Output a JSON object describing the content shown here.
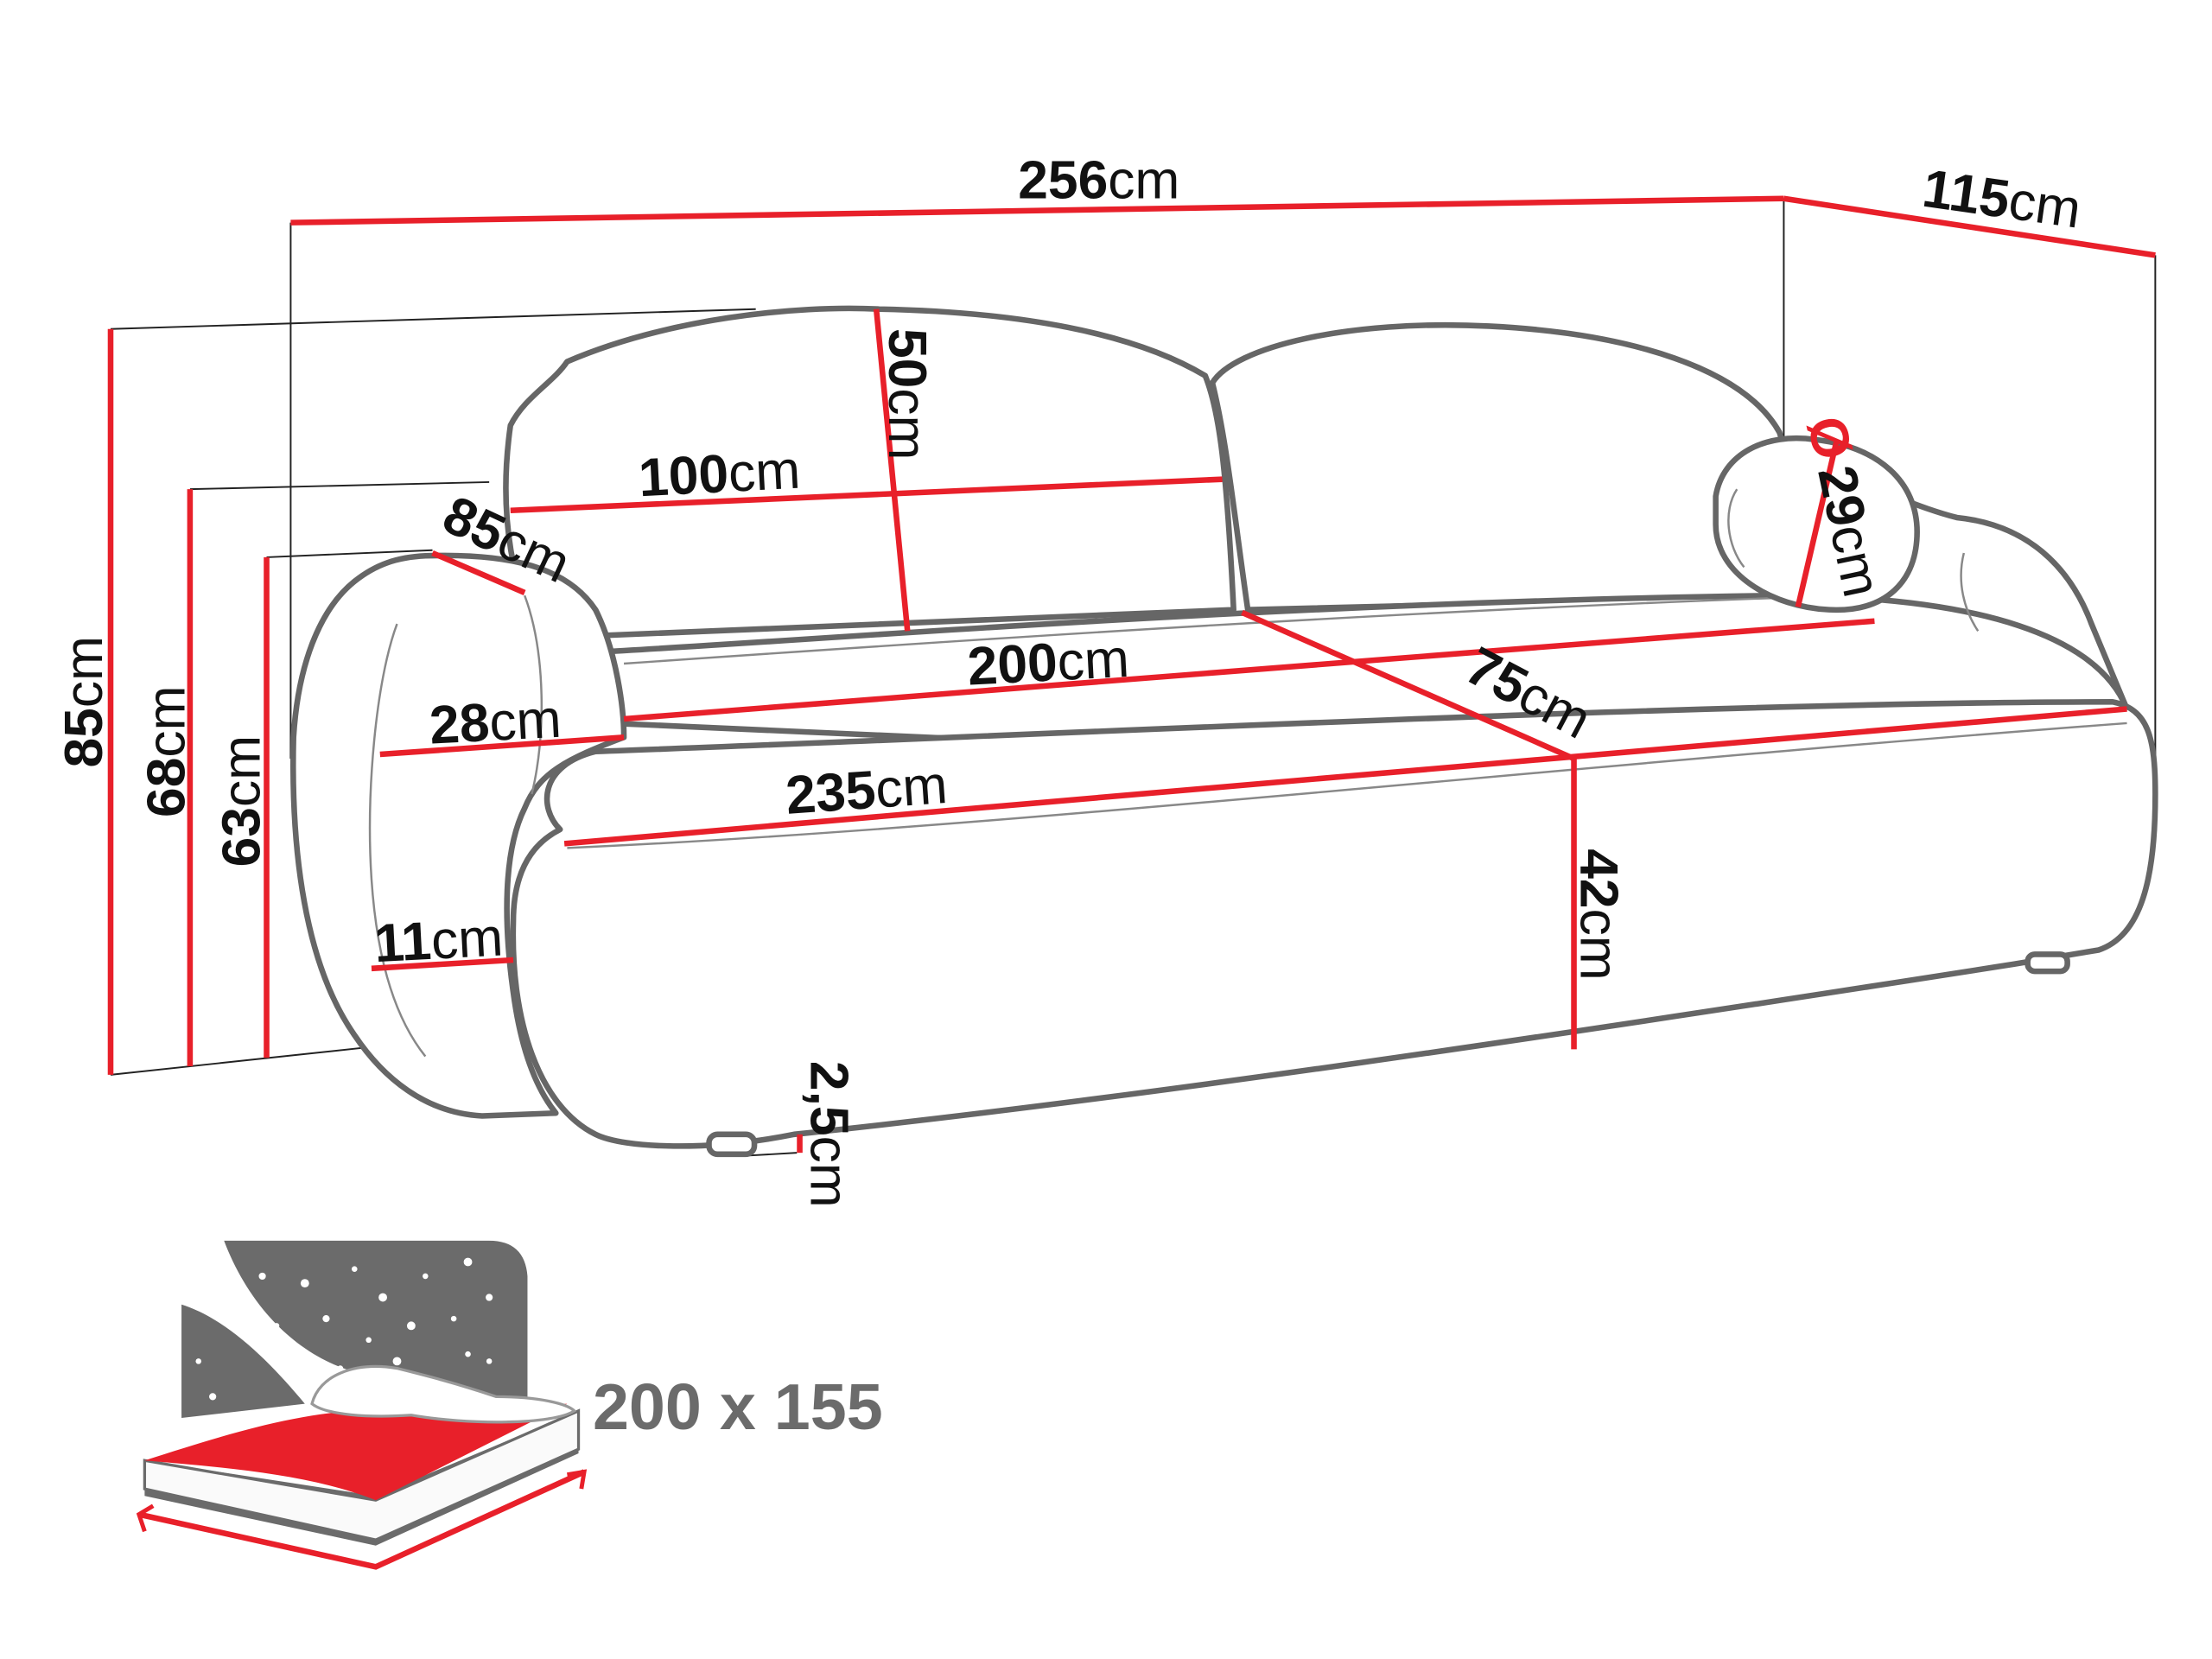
{
  "colors": {
    "dimension_line": "#e8202a",
    "outline": "#666666",
    "icon_gray": "#6b6b6b",
    "text": "#111111"
  },
  "dimensions": {
    "total_width": {
      "value": "256",
      "unit": "cm"
    },
    "total_depth": {
      "value": "115",
      "unit": "cm"
    },
    "total_height": {
      "value": "85",
      "unit": "cm"
    },
    "arm_height_back": {
      "value": "68",
      "unit": "cm"
    },
    "arm_height": {
      "value": "63",
      "unit": "cm"
    },
    "back_cushion_height": {
      "value": "50",
      "unit": "cm"
    },
    "back_cushion_width": {
      "value": "100",
      "unit": "cm"
    },
    "arm_depth": {
      "value": "85",
      "unit": "cm"
    },
    "arm_width": {
      "value": "28",
      "unit": "cm"
    },
    "seat_width": {
      "value": "200",
      "unit": "cm"
    },
    "seat_depth": {
      "value": "75",
      "unit": "cm"
    },
    "front_width": {
      "value": "235",
      "unit": "cm"
    },
    "seat_height": {
      "value": "42",
      "unit": "cm"
    },
    "arm_thickness": {
      "value": "11",
      "unit": "cm"
    },
    "leg_height": {
      "value": "2,5",
      "unit": "cm"
    },
    "pillow_diameter": {
      "symbol": "Ø",
      "value": "29",
      "unit": "cm"
    }
  },
  "sleeping_area": {
    "label": "200 x 155",
    "icon": "bed-icon"
  }
}
